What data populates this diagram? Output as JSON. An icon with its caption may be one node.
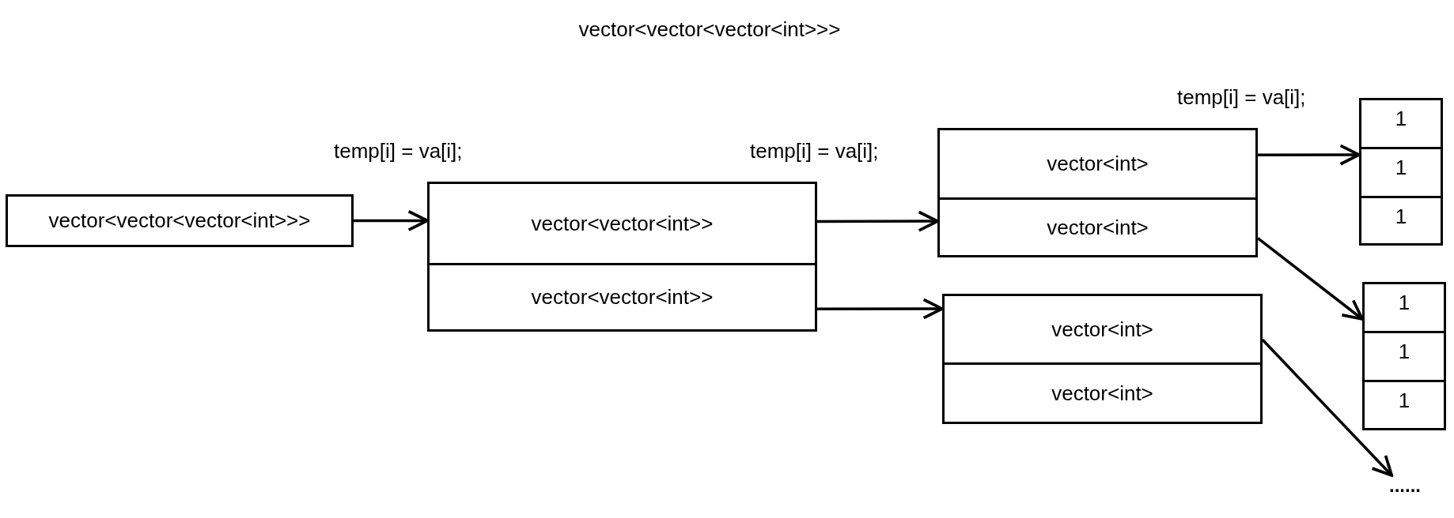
{
  "diagram": {
    "title": "vector<vector<vector<int>>>",
    "nodes": [
      {
        "text": [
          "vector<vector<vector<int>>>"
        ]
      },
      {
        "text": [],
        "shape": "box"
      },
      {
        "text": [
          "vector<vector<int>>"
        ],
        "in": 1
      },
      {
        "text": [
          "vector<vector<int>>"
        ],
        "in": 1
      },
      {
        "text": [],
        "shape": "box"
      },
      {
        "text": [
          "vector<int>"
        ],
        "in": 4
      },
      {
        "text": [
          "vector<int>"
        ],
        "in": 4
      },
      {
        "text": [],
        "shape": "box"
      },
      {
        "text": [
          "vector<int>"
        ],
        "in": 7
      },
      {
        "text": [
          "vector<int>"
        ],
        "in": 7
      },
      {
        "text": [],
        "shape": "box"
      },
      {
        "text": [
          "1"
        ],
        "in": 10
      },
      {
        "text": [
          "1"
        ],
        "in": 10
      },
      {
        "text": [
          "1"
        ],
        "in": 10
      },
      {
        "text": [],
        "shape": "box"
      },
      {
        "text": [
          "1"
        ],
        "in": 14
      },
      {
        "text": [
          "1"
        ],
        "in": 14
      },
      {
        "text": [
          "1"
        ],
        "in": 14
      },
      {
        "text": [
          "......"
        ]
      }
    ],
    "edges": [
      {
        "from": 0,
        "to": 1,
        "arrow": "to"
      },
      {
        "from": 2,
        "to": 4,
        "arrow": "to"
      },
      {
        "from": 3,
        "to": 7,
        "arrow": "to"
      },
      {
        "from": 5,
        "to": 10,
        "arrow": "to"
      },
      {
        "from": 6,
        "to": 14,
        "arrow": "to"
      },
      {
        "from": 8,
        "to": 18,
        "arrow": "to"
      }
    ],
    "labels": [
      "temp[i] = va[i];",
      "temp[i] = va[i];",
      "temp[i] = va[i];"
    ]
  }
}
